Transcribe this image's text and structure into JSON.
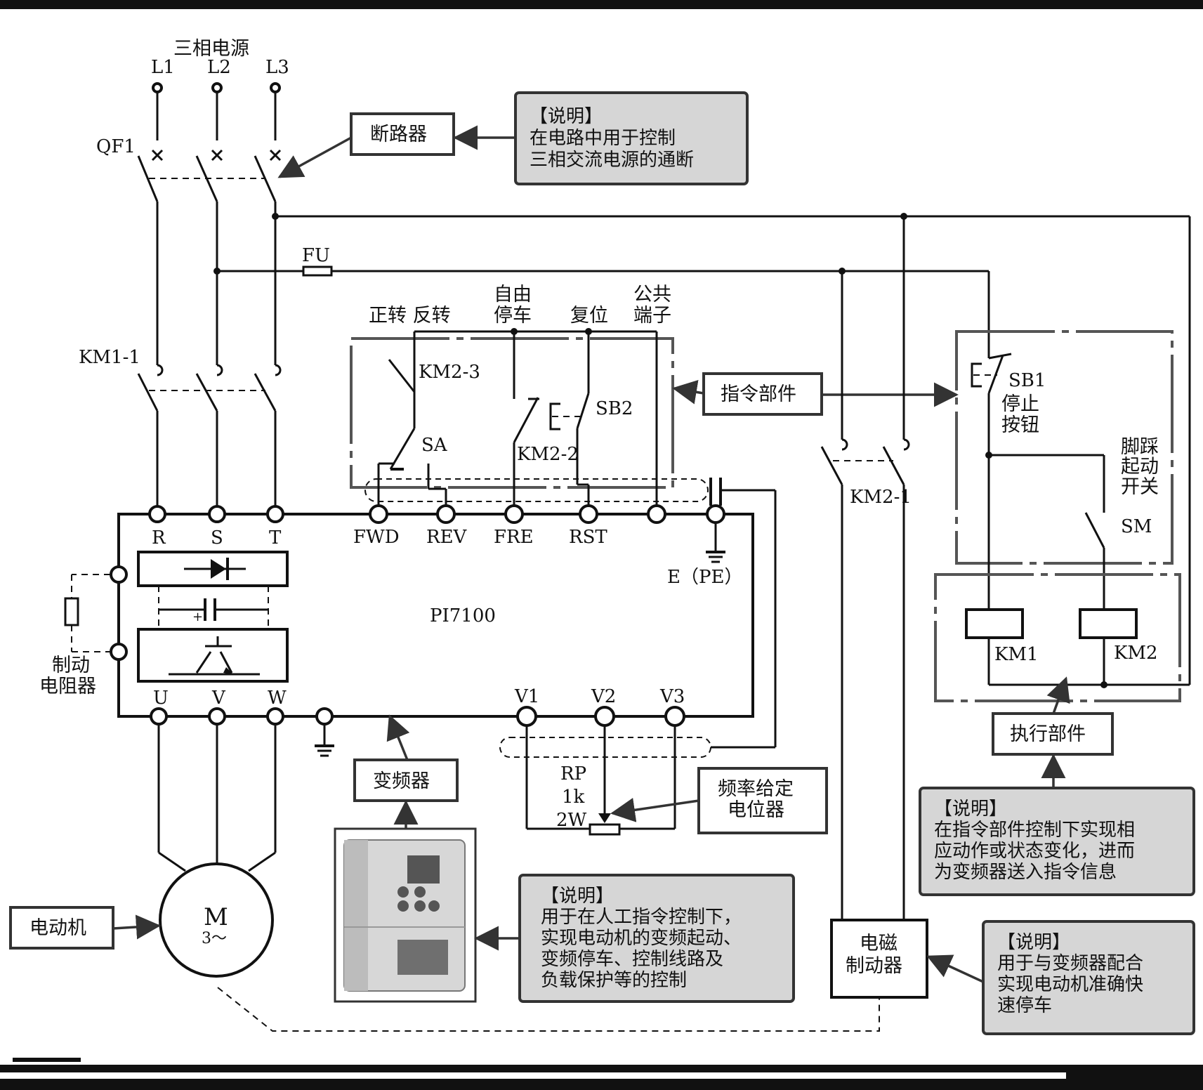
{
  "power": {
    "title": "三相电源",
    "phases": [
      "L1",
      "L2",
      "L3"
    ]
  },
  "breaker": {
    "id": "QF1",
    "tag": "断路器",
    "note": [
      "【说明】",
      "在电路中用于控制",
      "三相交流电源的通断"
    ]
  },
  "fuse": "FU",
  "contactor_main": "KM1-1",
  "contactor_aux": "KM2-1",
  "controls": {
    "headers": [
      "正转 反转",
      "自由",
      "停车",
      "复位",
      "公共",
      "端子"
    ],
    "km2_3": "KM2-3",
    "sa": "SA",
    "sb2": "SB2",
    "km2_2": "KM2-2",
    "tag": "指令部件"
  },
  "stop_button": {
    "id": "SB1",
    "label": [
      "停止",
      "按钮"
    ]
  },
  "foot_switch": {
    "label": [
      "脚踩",
      "起动",
      "开关"
    ],
    "id": "SM"
  },
  "coils": [
    "KM1",
    "KM2"
  ],
  "executor": {
    "tag": "执行部件",
    "note": [
      "【说明】",
      "在指令部件控制下实现相",
      "应动作或状态变化，进而",
      "为变频器送入指令信息"
    ]
  },
  "inverter": {
    "model": "PI7100",
    "input_terminals": [
      "R",
      "S",
      "T"
    ],
    "control_terminals": [
      "FWD",
      "REV",
      "FRE",
      "RST"
    ],
    "ground": "E（PE）",
    "output_terminals": [
      "U",
      "V",
      "W"
    ],
    "analog_terminals": [
      "V1",
      "V2",
      "V3"
    ],
    "tag": "变频器",
    "note": [
      "【说明】",
      "用于在人工指令控制下，",
      "实现电动机的变频起动、",
      "变频停车、控制线路及",
      "负载保护等的控制"
    ]
  },
  "brake_resistor": [
    "制动",
    "电阻器"
  ],
  "potentiometer": {
    "labels": [
      "RP",
      "1k",
      "2W"
    ],
    "tag": [
      "频率给定",
      "电位器"
    ]
  },
  "motor": {
    "symbol": "M",
    "phase": "3～",
    "tag": "电动机"
  },
  "brake": {
    "tag": [
      "电磁",
      "制动器"
    ],
    "note": [
      "【说明】",
      "用于与变频器配合",
      "实现电动机准确快",
      "速停车"
    ]
  }
}
